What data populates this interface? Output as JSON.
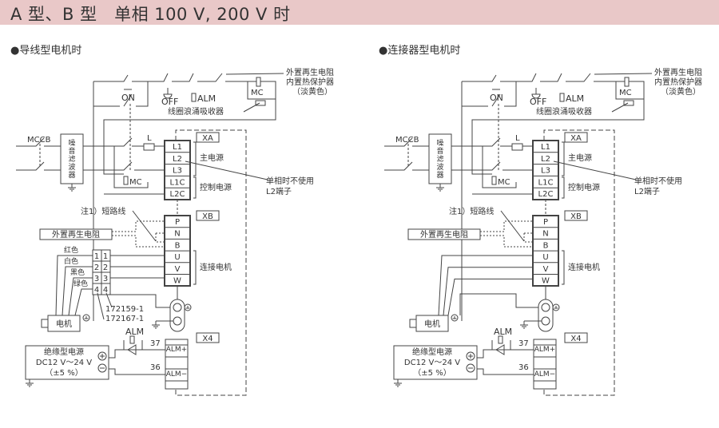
{
  "header": {
    "title": "A 型、B 型　单相 100 V, 200 V 时"
  },
  "diagrams": [
    {
      "id": "lead-wire",
      "title": "●导线型电机时",
      "has_connector": true
    },
    {
      "id": "connector",
      "title": "●连接器型电机时",
      "has_connector": false
    }
  ],
  "labels": {
    "on": "ON",
    "off": "OFF",
    "alm": "ALM",
    "mc": "MC",
    "mccb": "MCCB",
    "noise_filter": "噪音滤波器",
    "reactor": "L",
    "coil_surge": "线圈浪涌吸收器",
    "ext_regen_note_1": "外置再生电阻",
    "ext_regen_note_2": "内置热保护器",
    "ext_regen_note_3": "（淡黄色）",
    "xa": "XA",
    "xb": "XB",
    "x4": "X4",
    "main_power": "主电源",
    "control_power": "控制电源",
    "single_phase_note_1": "单相时不使用",
    "single_phase_note_2": "L2端子",
    "short_wire": "注1）短路线",
    "ext_regen_resistor": "外置再生电阻",
    "connect_motor": "连接电机",
    "motor": "电机",
    "red": "红色",
    "white": "白色",
    "black": "黑色",
    "green": "绿色",
    "part_1": "172159-1",
    "part_2": "172167-1",
    "iso_psu_1": "绝缘型电源",
    "iso_psu_2": "DC12 V～24 V",
    "iso_psu_3": "（±5 %）",
    "pin_37": "37",
    "pin_36": "36",
    "alm_plus": "ALM+",
    "alm_minus": "ALM−"
  },
  "xa_terminals": [
    "L1",
    "L2",
    "L3",
    "L1C",
    "L2C"
  ],
  "xb_terminals": [
    "P",
    "N",
    "B",
    "U",
    "V",
    "W"
  ],
  "connector_pins": [
    "1",
    "2",
    "3",
    "4"
  ],
  "colors": {
    "header_bg": "#e9c8c8",
    "line": "#444444"
  }
}
